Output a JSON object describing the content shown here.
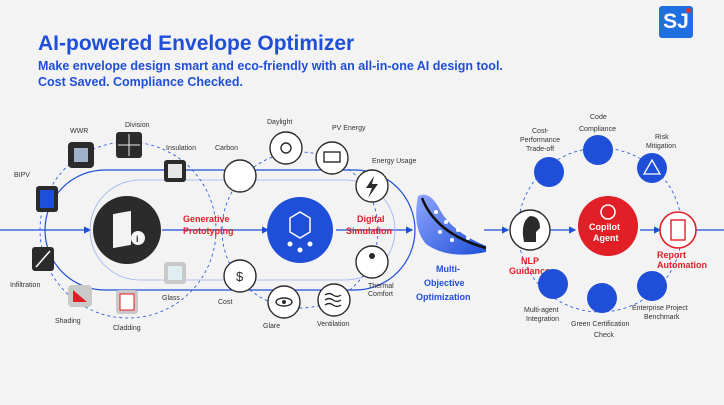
{
  "title": "AI-powered Envelope Optimizer",
  "subtitle_line1": "Make envelope design smart and eco-friendly with an all-in-one AI design tool.",
  "subtitle_line2": "Cost Saved. Compliance Checked.",
  "logo": "SJ",
  "inputs": [
    "WWR",
    "Division",
    "Insulation",
    "BIPV",
    "Infiltration",
    "Shading",
    "Cladding",
    "Glass"
  ],
  "stage1": [
    "Generative",
    "Prototyping"
  ],
  "metrics": [
    "Carbon",
    "Daylight",
    "PV Energy",
    "Energy Usage",
    "Thermal",
    "Comfort",
    "Ventilation",
    "Glare",
    "Cost"
  ],
  "stage2": [
    "Digital",
    "Simulation"
  ],
  "stage3": [
    "Multi-",
    "Objective",
    "Optimization"
  ],
  "nlp": [
    "NLP",
    "Guidance"
  ],
  "copilot": [
    "Copilot",
    "Agent"
  ],
  "report": [
    "Report",
    "Automation"
  ],
  "agent_tasks": [
    "Cost-",
    "Performance",
    "Trade-off",
    "Code",
    "Compliance",
    "Risk",
    "Mitigation",
    "Multi-agent",
    "Integration",
    "Green Certification",
    "Check",
    "Enterprise Project",
    "Benchmark"
  ],
  "colors": {
    "accent": "#1f4fd8",
    "red": "#e01f26",
    "dark": "#2b2b2b"
  }
}
